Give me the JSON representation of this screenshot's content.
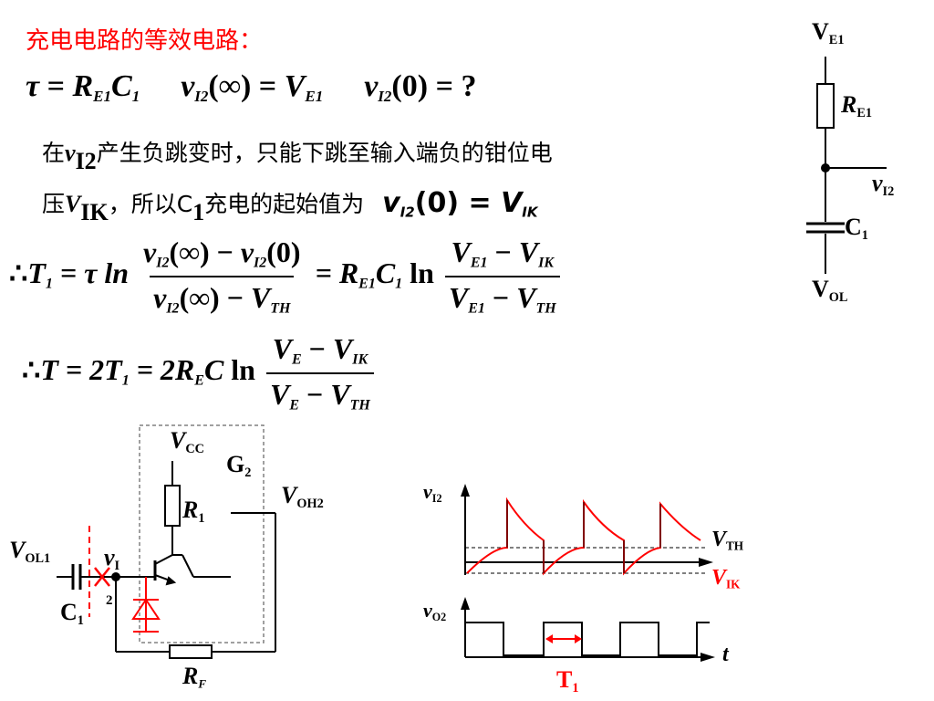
{
  "heading": "充电电路的等效电路：",
  "eq1": {
    "tau": "τ",
    "equals": " = ",
    "r": "R",
    "r_sub": "E1",
    "c": "C",
    "c_sub": "1",
    "v": "v",
    "v_sub": "I2",
    "inf_arg": "(∞)",
    "ve": "V",
    "ve_sub": "E1",
    "zero_arg": "(0)",
    "question": " = ?"
  },
  "para": {
    "line1_a": "在",
    "line1_v": "v",
    "line1_vsub": "I2",
    "line1_b": "产生负跳变时，只能下跳至输入端负的钳位电",
    "line2_a": "压",
    "line2_v": "V",
    "line2_vsub": "IK",
    "line2_b": "，所以C",
    "line2_csub": "1",
    "line2_c": "充电的起始值为",
    "line2_expr_v": "v",
    "line2_expr_vsub": "I2",
    "line2_expr_arg": "(0) = ",
    "line2_expr_rhs": "V",
    "line2_expr_rhs_sub": "IK"
  },
  "eq2": {
    "therefore": "∴",
    "t": "T",
    "t_sub": "1",
    "eq": " = τ ln",
    "num": "v(∞) − v(0)",
    "num_a": "v",
    "num_a_sub": "I2",
    "num_a_arg": "(∞) − ",
    "num_b": "v",
    "num_b_sub": "I2",
    "num_b_arg": "(0)",
    "den_a": "v",
    "den_a_sub": "I2",
    "den_a_arg": "(∞) − ",
    "den_b": "V",
    "den_b_sub": "TH",
    "mid": " = R",
    "mid_sub": "E1",
    "mid_c": "C",
    "mid_c_sub": "1",
    "ln": " ln",
    "num2_a": "V",
    "num2_a_sub": "E1",
    "num2_minus": " − ",
    "num2_b": "V",
    "num2_b_sub": "IK",
    "den2_a": "V",
    "den2_a_sub": "E1",
    "den2_minus": " − ",
    "den2_b": "V",
    "den2_b_sub": "TH"
  },
  "eq3": {
    "therefore": "∴",
    "t": "T",
    "eq": " = 2T",
    "t_sub": "1",
    "eq2": " = 2R",
    "r_sub": "E",
    "c": "C",
    "ln": " ln",
    "num_a": "V",
    "num_a_sub": "E",
    "minus": " − ",
    "num_b": "V",
    "num_b_sub": "IK",
    "den_a": "V",
    "den_a_sub": "E",
    "den_b": "V",
    "den_b_sub": "TH"
  },
  "right_circuit": {
    "ve1": "V",
    "ve1_sub": "E1",
    "re1": "R",
    "re1_sub": "E1",
    "vi2": "v",
    "vi2_sub": "I2",
    "c1": "C",
    "c1_sub": "1",
    "vol": "V",
    "vol_sub": "OL"
  },
  "bottom_circuit": {
    "vcc": "V",
    "vcc_sub": "CC",
    "g2": "G",
    "g2_sub": "2",
    "voh2": "V",
    "voh2_sub": "OH2",
    "r1": "R",
    "r1_sub": "1",
    "vol1": "V",
    "vol1_sub": "OL1",
    "vi": "v",
    "vi_sub": "I",
    "vi_2": "2",
    "c1": "C",
    "c1_sub": "1",
    "rf": "R",
    "rf_sub": "F"
  },
  "waveform": {
    "vi2": "v",
    "vi2_sub": "I2",
    "vth": "V",
    "vth_sub": "TH",
    "vik": "V",
    "vik_sub": "IK",
    "vo2": "v",
    "vo2_sub": "O2",
    "t": "t",
    "t1": "T",
    "t1_sub": "1"
  },
  "colors": {
    "accent_red": "#ff0000",
    "dashed_grey": "#808080"
  }
}
